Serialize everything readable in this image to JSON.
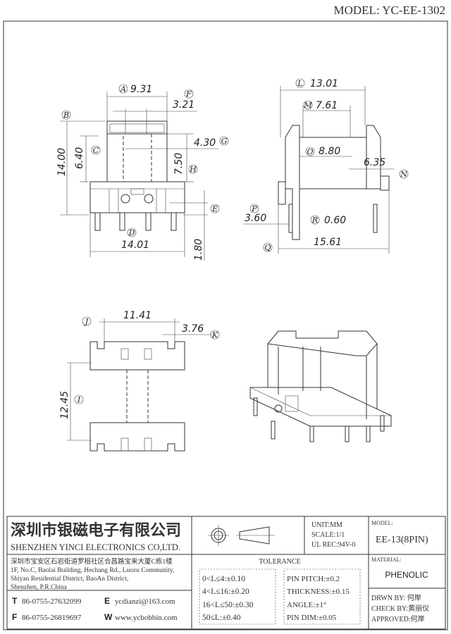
{
  "header": {
    "model": "MODEL: YC-EE-1302"
  },
  "front_view": {
    "A": {
      "label": "A",
      "value": "9.31"
    },
    "F": {
      "label": "F",
      "value": "3.21"
    },
    "B": {
      "label": "B",
      "value": "14.00"
    },
    "C": {
      "label": "C",
      "value": "6.40"
    },
    "G": {
      "label": "G",
      "value": "4.30"
    },
    "H": {
      "label": "H",
      "value": "7.50"
    },
    "E": {
      "label": "E",
      "value": "1.80"
    },
    "D": {
      "label": "D",
      "value": "14.01"
    }
  },
  "side_view": {
    "L": {
      "label": "L",
      "value": "13.01"
    },
    "M": {
      "label": "M",
      "value": "7.61"
    },
    "O": {
      "label": "O",
      "value": "8.80"
    },
    "N": {
      "label": "N",
      "value": "6.35"
    },
    "P": {
      "label": "P",
      "value": "3.60"
    },
    "R": {
      "label": "R",
      "value": "0.60"
    },
    "Q": {
      "label": "Q",
      "value": "15.61"
    }
  },
  "bottom_view": {
    "J": {
      "label": "J",
      "value": "11.41"
    },
    "K": {
      "label": "K",
      "value": "3.76"
    },
    "I": {
      "label": "I",
      "value": "12.45"
    }
  },
  "title_block": {
    "company_cn": "深圳市银磁电子有限公司",
    "company_en": "SHENZHEN YINCI ELECTRONICS CO,LTD.",
    "address": [
      "深圳市宝安区石岩街道罗租社区合昌路宝来大厦C栋1楼",
      "1F, No.C, Baolai Building, Hechang Rd., Luozu Community,",
      "Shiyan Residential District, BaoAn District,",
      "Shenzhen, P.R.China"
    ],
    "tel_label": "T",
    "tel": "86-0755-27632099",
    "fax_label": "F",
    "fax": "86-0755-26819697",
    "email_label": "E",
    "email": "ycdianzi@163.com",
    "web_label": "W",
    "web": "www.ycbobbin.com",
    "unit": "UNIT:MM",
    "scale": "SCALE:1/1",
    "ul": "UL REC:94V-0",
    "model_label": "MODEL:",
    "model": "EE-13(8PIN)",
    "material_label": "MATERIAL:",
    "material": "PHENOLIC",
    "tolerance_title": "TOLERANCE",
    "tolerances": [
      "0<L≤4:±0.10",
      "4<L≤16:±0.20",
      "16<L≤50:±0.30",
      "50≤L:±0.40"
    ],
    "tolerances2": [
      "PIN PITCH:±0.2",
      "THICKNESS:±0.15",
      "ANGLE:±1°",
      "PIN DIM:±0.05"
    ],
    "drawn": "DRWN BY: 何岸",
    "check": "CHECK BY:黄丽仪",
    "approved": "APPROVED:何岸"
  }
}
